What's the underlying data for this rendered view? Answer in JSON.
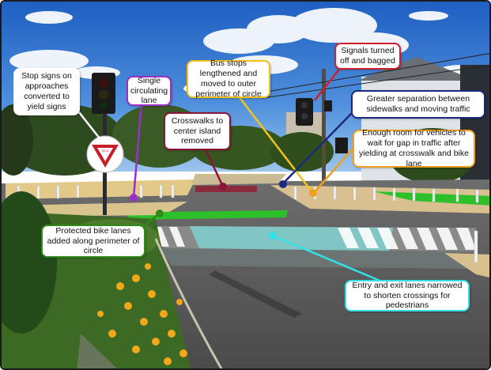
{
  "yield_sign": {
    "text": "YIELD"
  },
  "colors": {
    "stop_signs": "#ffffff",
    "single_lane": "#9b30c8",
    "bus_stops": "#f2c21b",
    "signals": "#d0202a",
    "sidewalk_separation": "#1a2a80",
    "room_to_wait": "#f0a020",
    "crosswalks_island": "#8b1538",
    "bike_lanes": "#2e8b1a",
    "entry_exit": "#33e0e8"
  },
  "callouts": {
    "stop_signs": {
      "text": "Stop signs on approaches converted to yield signs"
    },
    "single_lane": {
      "text": "Single circulating lane"
    },
    "bus_stops": {
      "text": "Bus stops lengthened and moved to outer perimeter of circle"
    },
    "signals": {
      "text": "Signals turned off and bagged"
    },
    "sidewalk_separation": {
      "text": "Greater separation between sidewalks and moving traffic"
    },
    "room_to_wait": {
      "text": "Enough room for vehicles to wait for gap in traffic after yielding at crosswalk and bike lane"
    },
    "crosswalks_island": {
      "text": "Crosswalks to center island removed"
    },
    "bike_lanes": {
      "text": "Protected bike lanes added along perimeter of circle"
    },
    "entry_exit": {
      "text": "Entry and exit lanes narrowed to shorten crossings for pedestrians"
    }
  }
}
